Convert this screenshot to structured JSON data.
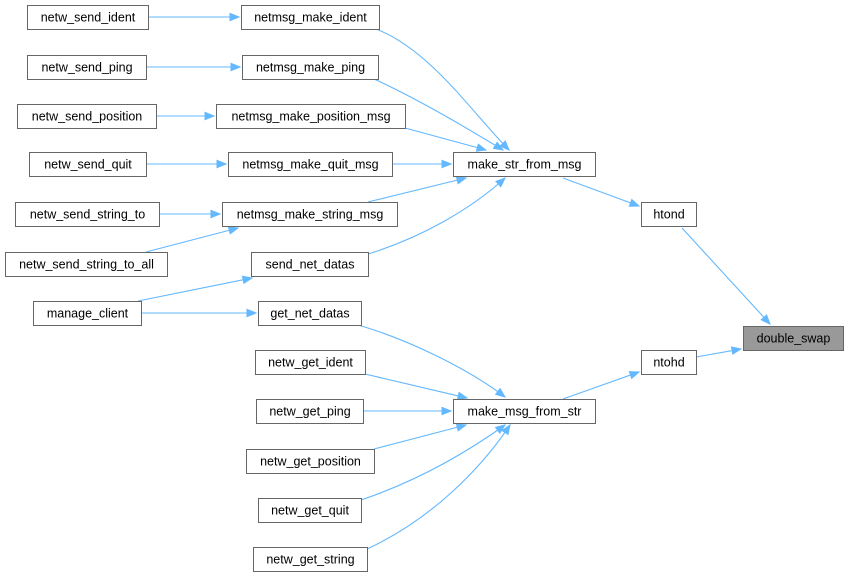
{
  "graph": {
    "colors": {
      "edge": "#63b8ff",
      "node_border": "#666666",
      "root_fill": "#999999"
    },
    "nodes": {
      "netw_send_ident": "netw_send_ident",
      "netw_send_ping": "netw_send_ping",
      "netw_send_position": "netw_send_position",
      "netw_send_quit": "netw_send_quit",
      "netw_send_string_to": "netw_send_string_to",
      "netw_send_string_to_all": "netw_send_string_to_all",
      "manage_client": "manage_client",
      "netmsg_make_ident": "netmsg_make_ident",
      "netmsg_make_ping": "netmsg_make_ping",
      "netmsg_make_position_msg": "netmsg_make_position_msg",
      "netmsg_make_quit_msg": "netmsg_make_quit_msg",
      "netmsg_make_string_msg": "netmsg_make_string_msg",
      "send_net_datas": "send_net_datas",
      "get_net_datas": "get_net_datas",
      "netw_get_ident": "netw_get_ident",
      "netw_get_ping": "netw_get_ping",
      "netw_get_position": "netw_get_position",
      "netw_get_quit": "netw_get_quit",
      "netw_get_string": "netw_get_string",
      "make_str_from_msg": "make_str_from_msg",
      "make_msg_from_str": "make_msg_from_str",
      "htond": "htond",
      "ntohd": "ntohd",
      "double_swap": "double_swap"
    },
    "edges": [
      [
        "netw_send_ident",
        "netmsg_make_ident"
      ],
      [
        "netw_send_ping",
        "netmsg_make_ping"
      ],
      [
        "netw_send_position",
        "netmsg_make_position_msg"
      ],
      [
        "netw_send_quit",
        "netmsg_make_quit_msg"
      ],
      [
        "netw_send_string_to",
        "netmsg_make_string_msg"
      ],
      [
        "netw_send_string_to_all",
        "netmsg_make_string_msg"
      ],
      [
        "manage_client",
        "send_net_datas"
      ],
      [
        "manage_client",
        "get_net_datas"
      ],
      [
        "netmsg_make_ident",
        "make_str_from_msg"
      ],
      [
        "netmsg_make_ping",
        "make_str_from_msg"
      ],
      [
        "netmsg_make_position_msg",
        "make_str_from_msg"
      ],
      [
        "netmsg_make_quit_msg",
        "make_str_from_msg"
      ],
      [
        "netmsg_make_string_msg",
        "make_str_from_msg"
      ],
      [
        "send_net_datas",
        "make_str_from_msg"
      ],
      [
        "get_net_datas",
        "make_msg_from_str"
      ],
      [
        "netw_get_ident",
        "make_msg_from_str"
      ],
      [
        "netw_get_ping",
        "make_msg_from_str"
      ],
      [
        "netw_get_position",
        "make_msg_from_str"
      ],
      [
        "netw_get_quit",
        "make_msg_from_str"
      ],
      [
        "netw_get_string",
        "make_msg_from_str"
      ],
      [
        "make_str_from_msg",
        "htond"
      ],
      [
        "make_msg_from_str",
        "ntohd"
      ],
      [
        "htond",
        "double_swap"
      ],
      [
        "ntohd",
        "double_swap"
      ]
    ]
  }
}
